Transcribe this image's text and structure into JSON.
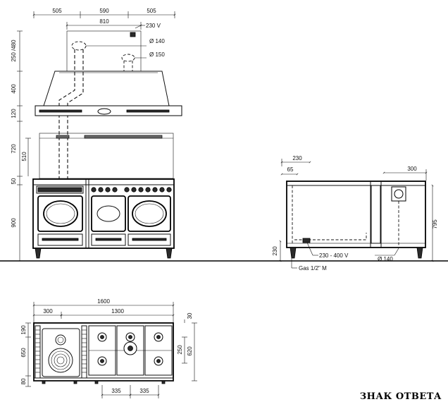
{
  "front_view": {
    "top_widths": [
      "505",
      "590",
      "505"
    ],
    "hood_width": "810",
    "power_label": "230 V",
    "flue_diameters": [
      "Ø 140",
      "Ø 150"
    ],
    "left_heights": [
      "250 /480",
      "400",
      "120",
      "720",
      "510",
      "50",
      "900"
    ]
  },
  "side_view": {
    "top_dims": [
      "230",
      "65",
      "300"
    ],
    "height_right": "795",
    "height_left": "230",
    "electric_label": "230 - 400 V",
    "flue_label": "Ø 140",
    "gas_label": "Gas 1/2\" M"
  },
  "top_view": {
    "total_width": "1600",
    "section_widths": [
      "300",
      "1300"
    ],
    "left_depths": [
      "190",
      "650",
      "80"
    ],
    "right_depths": [
      "30",
      "250",
      "620"
    ],
    "burner_spacing": [
      "335",
      "335"
    ]
  },
  "footer": {
    "text": "ЗНАК ОТВЕТА"
  }
}
